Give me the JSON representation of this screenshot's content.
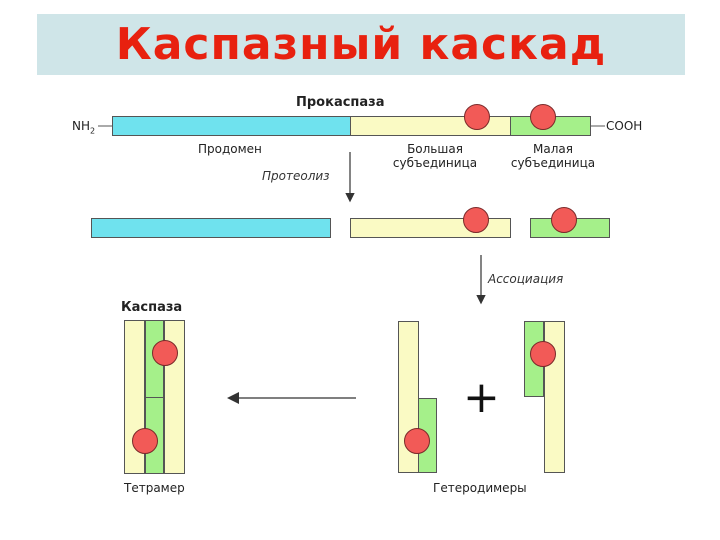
{
  "slide": {
    "title": "Каспазный каскад",
    "colors": {
      "title": "#e8210f",
      "title_band": "#cfe5e8",
      "prodomain": "#6fe2ee",
      "large_subunit": "#fafac4",
      "small_subunit": "#a5f08a",
      "active_site": "#f25a57"
    }
  },
  "diagram": {
    "procaspase_label": "Прокаспаза",
    "nh2_label": "NH",
    "nh2_subscript": "2",
    "cooh_label": "COOH",
    "prodomain_label": "Продомен",
    "large_subunit_label_line1": "Большая",
    "large_subunit_label_line2": "субъединица",
    "small_subunit_label_line1": "Малая",
    "small_subunit_label_line2": "субъединица",
    "proteolysis_label": "Протеолиз",
    "association_label": "Ассоциация",
    "caspase_label": "Каспаза",
    "tetramer_label": "Тетрамер",
    "heterodimers_label": "Гетеродимеры",
    "plus_sign": "+"
  }
}
